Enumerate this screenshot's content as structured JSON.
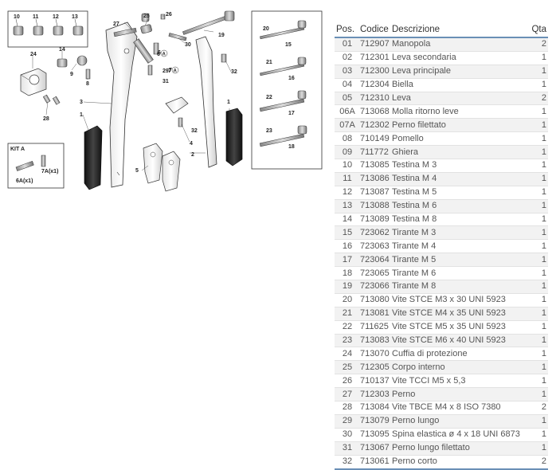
{
  "diagram": {
    "labels": [
      "10",
      "11",
      "12",
      "13",
      "14",
      "9",
      "8",
      "24",
      "28",
      "27",
      "25",
      "26",
      "6",
      "7",
      "29",
      "31",
      "30",
      "3",
      "1",
      "19",
      "4",
      "32",
      "2",
      "5",
      "20",
      "15",
      "21",
      "16",
      "22",
      "17",
      "23",
      "18"
    ],
    "kit_title": "KIT A",
    "kit_labels": [
      "7A(x1)",
      "6A(x1)"
    ],
    "callouts": [
      "6",
      "7"
    ],
    "callout_letter": "A"
  },
  "table": {
    "headers": {
      "pos": "Pos.",
      "code": "Codice",
      "desc": "Descrizione",
      "qty": "Qta"
    },
    "rows": [
      {
        "pos": "01",
        "code": "712907",
        "desc": "Manopola",
        "qty": "2"
      },
      {
        "pos": "02",
        "code": "712301",
        "desc": "Leva secondaria",
        "qty": "1"
      },
      {
        "pos": "03",
        "code": "712300",
        "desc": "Leva principale",
        "qty": "1"
      },
      {
        "pos": "04",
        "code": "712304",
        "desc": "Biella",
        "qty": "1"
      },
      {
        "pos": "05",
        "code": "712310",
        "desc": "Leva",
        "qty": "2"
      },
      {
        "pos": "06A",
        "code": "713068",
        "desc": "Molla ritorno leve",
        "qty": "1"
      },
      {
        "pos": "07A",
        "code": "712302",
        "desc": "Perno filettato",
        "qty": "1"
      },
      {
        "pos": "08",
        "code": "710149",
        "desc": "Pomello",
        "qty": "1"
      },
      {
        "pos": "09",
        "code": "711772",
        "desc": "Ghiera",
        "qty": "1"
      },
      {
        "pos": "10",
        "code": "713085",
        "desc": "Testina M 3",
        "qty": "1"
      },
      {
        "pos": "11",
        "code": "713086",
        "desc": "Testina M 4",
        "qty": "1"
      },
      {
        "pos": "12",
        "code": "713087",
        "desc": "Testina M 5",
        "qty": "1"
      },
      {
        "pos": "13",
        "code": "713088",
        "desc": "Testina M 6",
        "qty": "1"
      },
      {
        "pos": "14",
        "code": "713089",
        "desc": "Testina M 8",
        "qty": "1"
      },
      {
        "pos": "15",
        "code": "723062",
        "desc": "Tirante M 3",
        "qty": "1"
      },
      {
        "pos": "16",
        "code": "723063",
        "desc": "Tirante M 4",
        "qty": "1"
      },
      {
        "pos": "17",
        "code": "723064",
        "desc": "Tirante M 5",
        "qty": "1"
      },
      {
        "pos": "18",
        "code": "723065",
        "desc": "Tirante M 6",
        "qty": "1"
      },
      {
        "pos": "19",
        "code": "723066",
        "desc": "Tirante M 8",
        "qty": "1"
      },
      {
        "pos": "20",
        "code": "713080",
        "desc": "Vite STCE M3 x 30 UNI 5923",
        "qty": "1"
      },
      {
        "pos": "21",
        "code": "713081",
        "desc": "Vite STCE M4 x 35 UNI 5923",
        "qty": "1"
      },
      {
        "pos": "22",
        "code": "711625",
        "desc": "Vite STCE M5 x 35 UNI 5923",
        "qty": "1"
      },
      {
        "pos": "23",
        "code": "713083",
        "desc": "Vite STCE M6 x 40 UNI 5923",
        "qty": "1"
      },
      {
        "pos": "24",
        "code": "713070",
        "desc": "Cuffia di protezione",
        "qty": "1"
      },
      {
        "pos": "25",
        "code": "712305",
        "desc": "Corpo interno",
        "qty": "1"
      },
      {
        "pos": "26",
        "code": "710137",
        "desc": "Vite TCCI M5 x 5,3",
        "qty": "1"
      },
      {
        "pos": "27",
        "code": "712303",
        "desc": "Perno",
        "qty": "1"
      },
      {
        "pos": "28",
        "code": "713084",
        "desc": "Vite TBCE M4 x 8 ISO 7380",
        "qty": "2"
      },
      {
        "pos": "29",
        "code": "713079",
        "desc": "Perno lungo",
        "qty": "1"
      },
      {
        "pos": "30",
        "code": "713095",
        "desc": "Spina elastica ø 4 x 18 UNI 6873",
        "qty": "1"
      },
      {
        "pos": "31",
        "code": "713067",
        "desc": "Perno lungo filettato",
        "qty": "1"
      },
      {
        "pos": "32",
        "code": "713061",
        "desc": "Perno corto",
        "qty": "2"
      }
    ]
  }
}
